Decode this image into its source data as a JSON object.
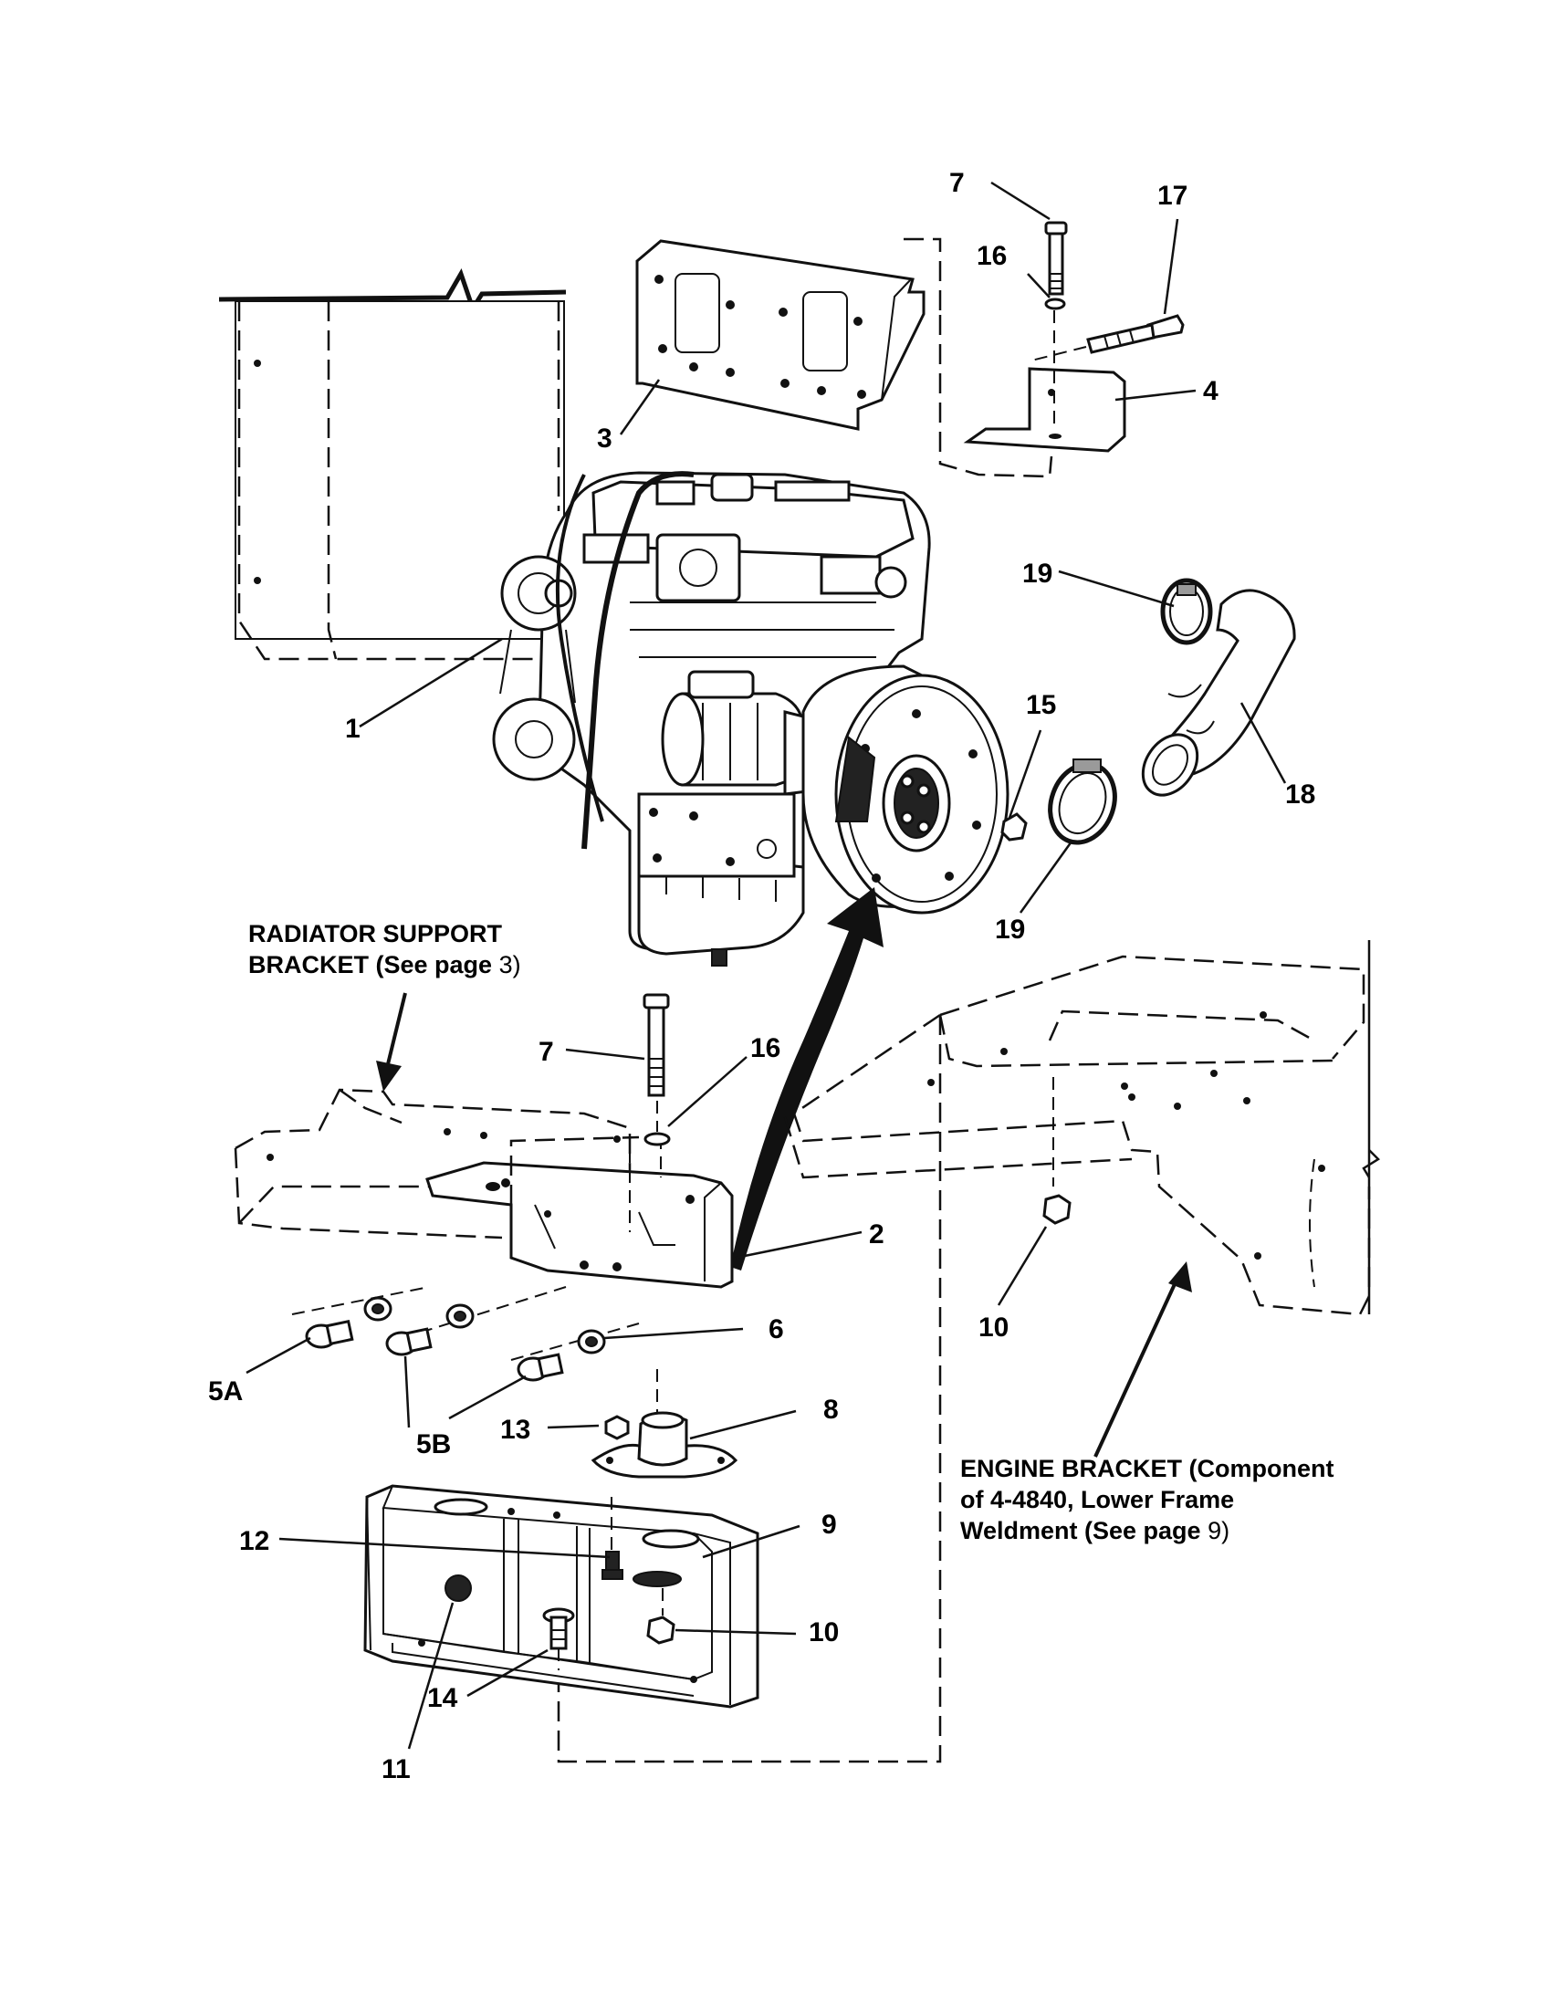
{
  "callouts": {
    "c1": "1",
    "c2": "2",
    "c3": "3",
    "c4": "4",
    "c5a": "5A",
    "c5b": "5B",
    "c6": "6",
    "c7_top": "7",
    "c7_mid": "7",
    "c8": "8",
    "c9": "9",
    "c10_mid": "10",
    "c10_low": "10",
    "c11": "11",
    "c12": "12",
    "c13": "13",
    "c14": "14",
    "c15": "15",
    "c16_top": "16",
    "c16_mid": "16",
    "c17": "17",
    "c18": "18",
    "c19_top": "19",
    "c19_low": "19"
  },
  "notes": {
    "radiator_line1": "RADIATOR SUPPORT",
    "radiator_line2": "BRACKET (See page",
    "radiator_page": "3)",
    "engine_line1": "ENGINE BRACKET (Component",
    "engine_line2": "of 4-4840, Lower Frame",
    "engine_line3": "Weldment (See page",
    "engine_page": "9)"
  }
}
